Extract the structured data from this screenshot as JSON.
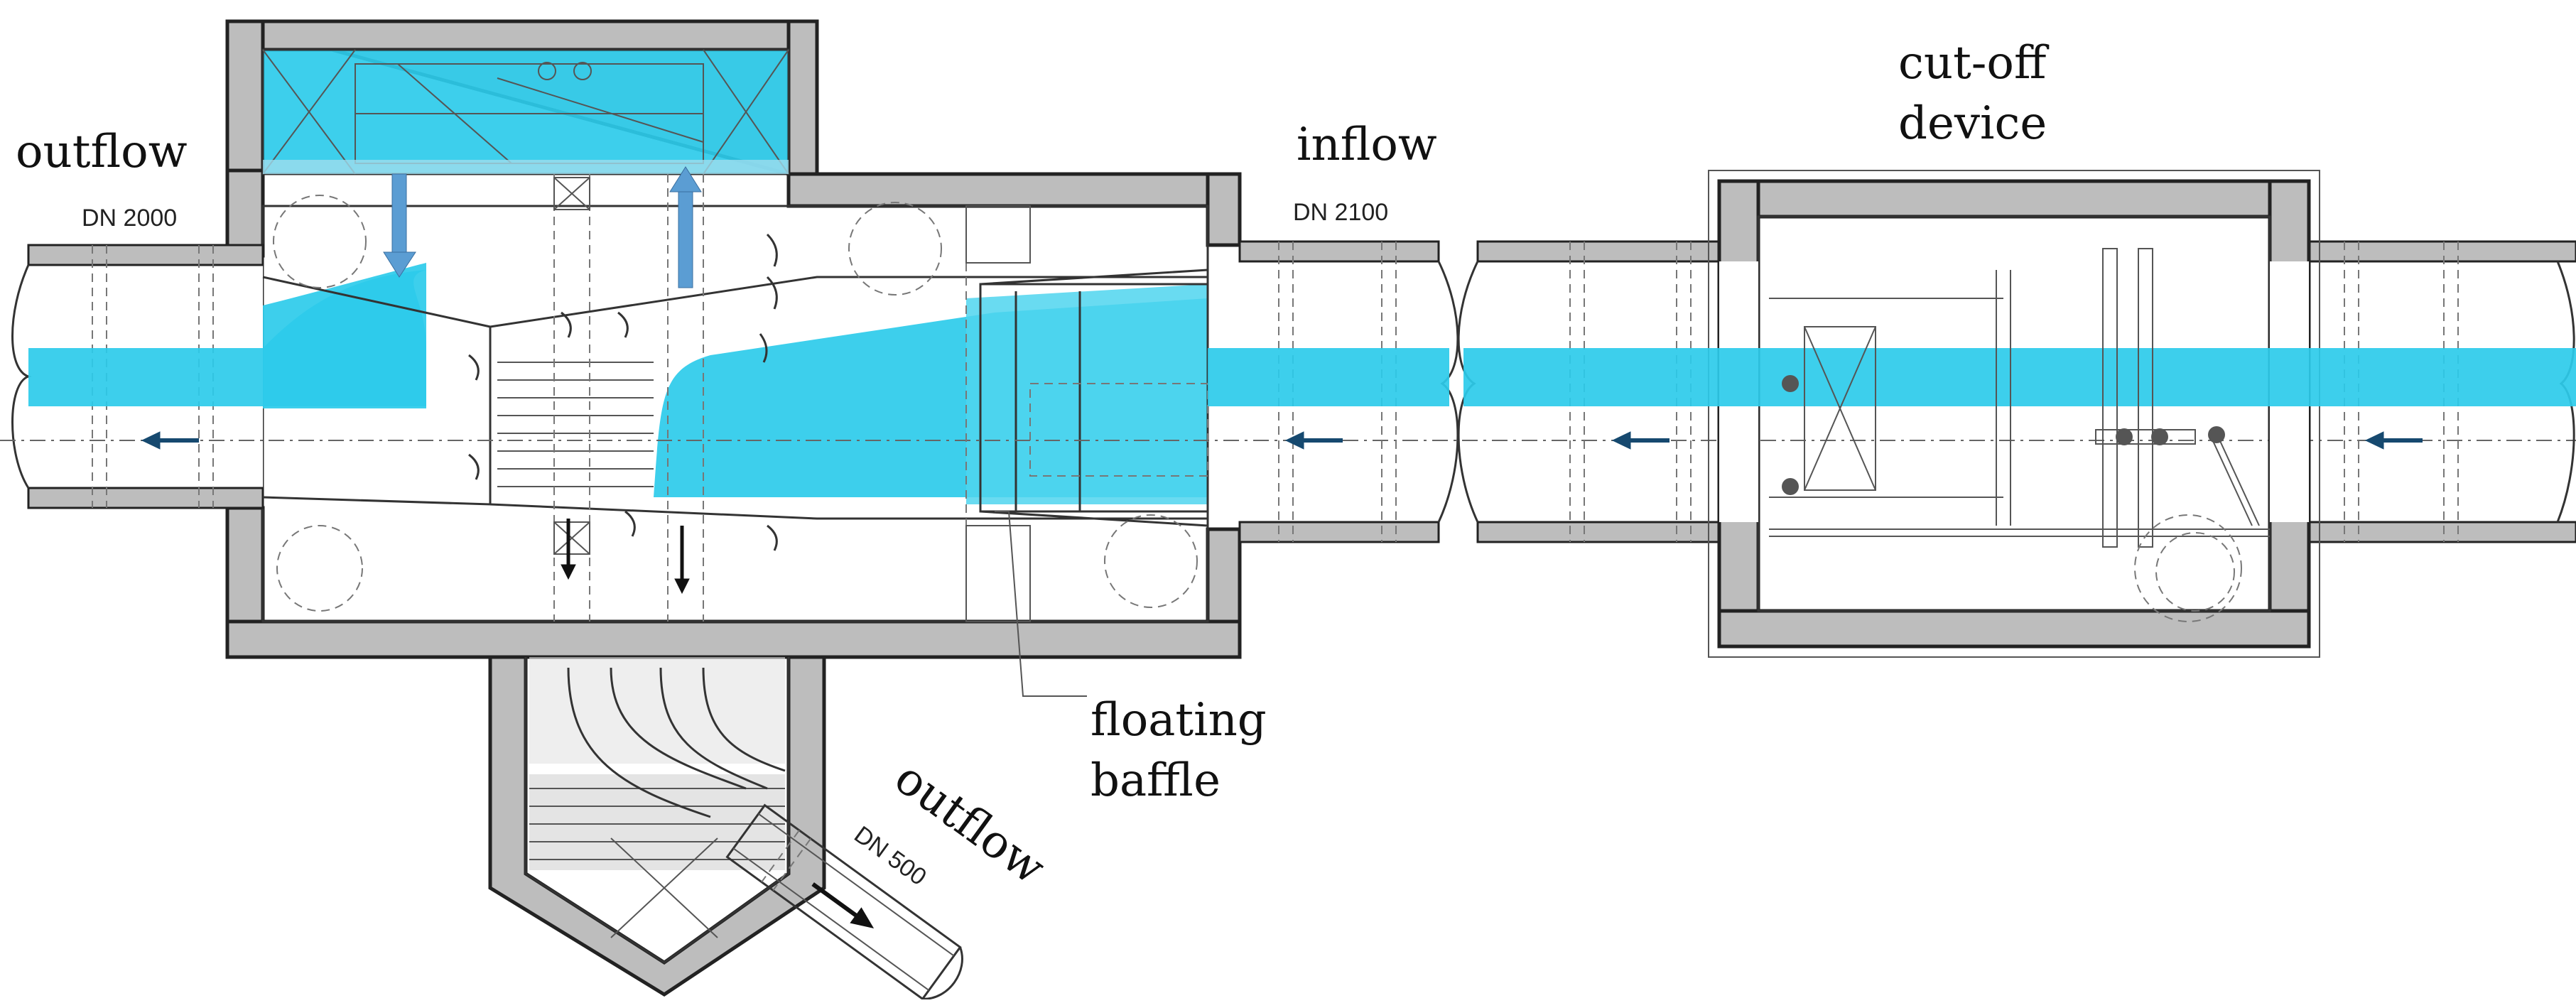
{
  "labels": {
    "outflow_left": "outflow",
    "dn_left": "DN 2000",
    "inflow": "inflow",
    "dn_inflow": "DN 2100",
    "cutoff_line1": "cut-off",
    "cutoff_line2": "device",
    "floating_line1": "floating",
    "floating_line2": "baffle",
    "outflow_bottom": "outflow",
    "dn_bottom": "DN 500"
  },
  "colors": {
    "water": "#2ccbea",
    "wall": "#bdbdbd",
    "arrow": "#16496f"
  }
}
